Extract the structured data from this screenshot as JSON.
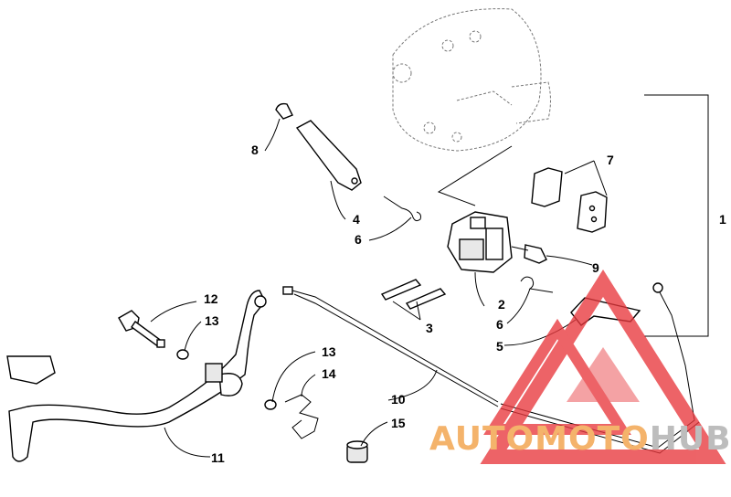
{
  "callouts": {
    "c1": "1",
    "c2": "2",
    "c3": "3",
    "c4": "4",
    "c5": "5",
    "c6a": "6",
    "c6b": "6",
    "c7": "7",
    "c8": "8",
    "c9": "9",
    "c10": "10",
    "c11": "11",
    "c12": "12",
    "c13a": "13",
    "c13b": "13",
    "c14": "14",
    "c15": "15"
  },
  "watermark": {
    "text_part1": "AUTOMOTO",
    "text_part2": "HUB",
    "colors": {
      "triangle": "#e8383d",
      "part1": "#f4b36b",
      "part2": "#bdbdbd"
    }
  }
}
